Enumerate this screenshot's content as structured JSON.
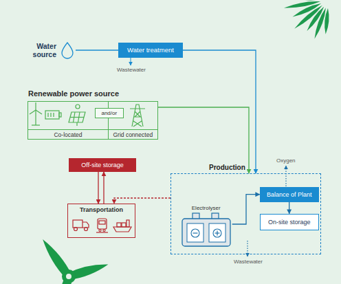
{
  "diagram": {
    "nodes": [
      {
        "text": [
          "Water source"
        ]
      },
      {
        "text": [
          "Water treatment"
        ]
      },
      {
        "text": [
          "Renewable power source"
        ]
      },
      {
        "text": [
          "Co-located"
        ],
        "in": 2
      },
      {
        "text": [
          "and/or"
        ],
        "in": 2
      },
      {
        "text": [
          "Grid connected"
        ],
        "in": 2
      },
      {
        "text": [
          "Off-site storage"
        ]
      },
      {
        "text": [
          "Production"
        ]
      },
      {
        "text": [
          "Electrolyser"
        ],
        "in": 7
      },
      {
        "text": [
          "Balance of Plant"
        ],
        "in": 7
      },
      {
        "text": [
          "On-site storage"
        ],
        "in": 7
      },
      {
        "text": [
          "Transportation"
        ]
      }
    ],
    "edges": [
      {
        "from": 0,
        "to": 1,
        "arrow": "none"
      },
      {
        "from": 1,
        "to": 7,
        "arrow": "to"
      },
      {
        "from": 2,
        "to": 7,
        "arrow": "to"
      },
      {
        "from": 6,
        "to": 11,
        "arrow": "to"
      },
      {
        "from": 11,
        "to": 6,
        "arrow": "to"
      },
      {
        "from": 7,
        "to": 11,
        "arrow": "to"
      },
      {
        "from": 8,
        "to": 9,
        "arrow": "to"
      },
      {
        "from": 9,
        "to": 10,
        "arrow": "to"
      }
    ],
    "labels": [
      "Wastewater",
      "Oxygen",
      "Wastewater"
    ]
  }
}
